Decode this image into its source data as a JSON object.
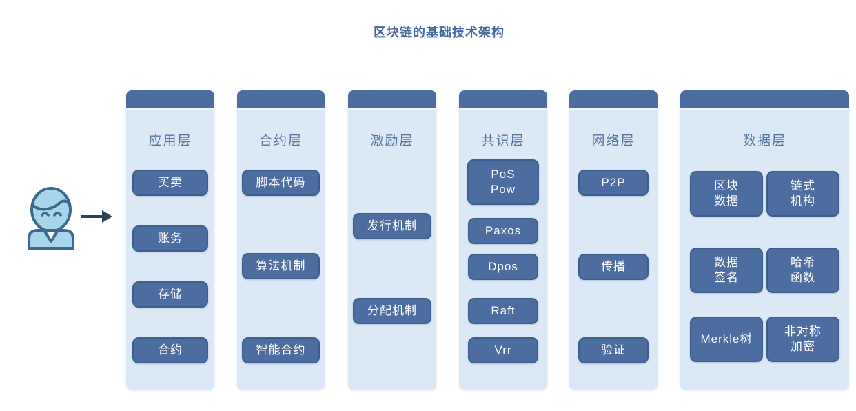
{
  "title": "区块链的基础技术架构",
  "colors": {
    "column_background": "#dbe8f6",
    "header_bar": "#4c6da0",
    "button_background": "#4c6da0",
    "button_border": "#3e5e8d",
    "button_text": "#ffffff",
    "label_text": "#54749f",
    "title_text": "#4568a2",
    "person_fill": "#a7d6ec",
    "person_outline": "#3d6a8c",
    "arrow_color": "#2e4156"
  },
  "icons": {
    "person": "user-icon",
    "arrow": "right-arrow-icon"
  },
  "columns": [
    {
      "label": "应用层",
      "items": [
        "买卖",
        "账务",
        "存储",
        "合约"
      ]
    },
    {
      "label": "合约层",
      "items": [
        "脚本代码",
        "算法机制",
        "智能合约"
      ]
    },
    {
      "label": "激励层",
      "items": [
        "发行机制",
        "分配机制"
      ]
    },
    {
      "label": "共识层",
      "items": [
        "PoS\nPow",
        "Paxos",
        "Dpos",
        "Raft",
        "Vrr"
      ]
    },
    {
      "label": "网络层",
      "items": [
        "P2P",
        "传播",
        "验证"
      ]
    },
    {
      "label": "数据层",
      "items": [
        "区块\n数据",
        "链式\n机构",
        "数据\n签名",
        "哈希\n函数",
        "Merkle树",
        "非对称\n加密"
      ]
    }
  ]
}
